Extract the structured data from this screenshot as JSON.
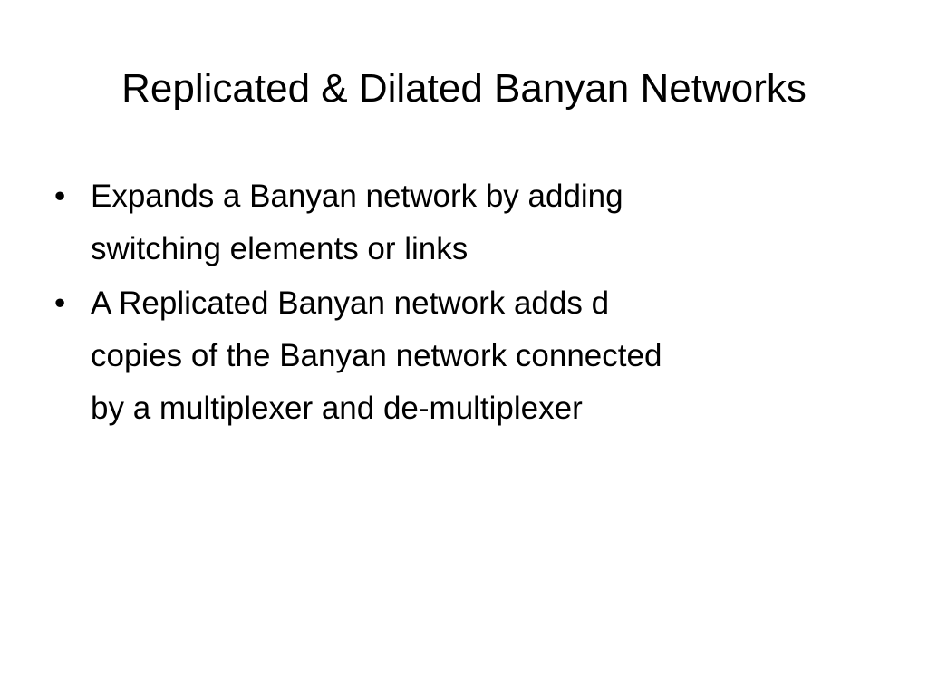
{
  "slide": {
    "title": "Replicated & Dilated Banyan Networks",
    "bullet_symbol": "•",
    "bullets": [
      {
        "lines": [
          "Expands a Banyan network by adding",
          "switching elements or links"
        ]
      },
      {
        "lines": [
          "A Replicated Banyan network adds d",
          "copies of the Banyan network connected",
          "by a multiplexer and de-multiplexer"
        ]
      }
    ]
  }
}
